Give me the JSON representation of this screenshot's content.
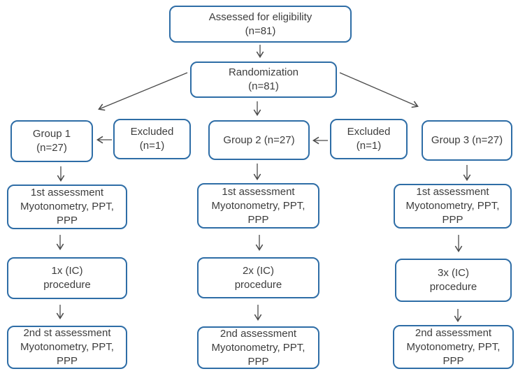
{
  "diagram": {
    "type": "flowchart",
    "description": "Participant randomization flow diagram",
    "colors": {
      "box_border": "#2e6da6",
      "box_background": "#ffffff",
      "text": "#3d3d3d",
      "arrow": "#4a4a4a",
      "page_background": "#ffffff"
    },
    "nodes": {
      "eligibility": {
        "lines": [
          "Assessed for eligibility",
          "(n=81)"
        ]
      },
      "randomization": {
        "lines": [
          "Randomization",
          "(n=81)"
        ]
      },
      "group1": {
        "lines": [
          "Group 1",
          "(n=27)"
        ]
      },
      "excluded1": {
        "lines": [
          "Excluded",
          "(n=1)"
        ]
      },
      "group2": {
        "lines": [
          "Group 2 (n=27)"
        ]
      },
      "excluded2": {
        "lines": [
          "Excluded",
          "(n=1)"
        ]
      },
      "group3": {
        "lines": [
          "Group 3 (n=27)"
        ]
      },
      "assessment1_group1": {
        "lines": [
          "1st assessment",
          "Myotonometry, PPT,",
          "PPP"
        ]
      },
      "assessment1_group2": {
        "lines": [
          "1st assessment",
          "Myotonometry, PPT,",
          "PPP"
        ]
      },
      "assessment1_group3": {
        "lines": [
          "1st assessment",
          "Myotonometry, PPT,",
          "PPP"
        ]
      },
      "procedure_group1": {
        "lines": [
          "1x (IC)",
          "procedure"
        ]
      },
      "procedure_group2": {
        "lines": [
          "2x (IC)",
          "procedure"
        ]
      },
      "procedure_group3": {
        "lines": [
          "3x (IC)",
          "procedure"
        ]
      },
      "assessment2_group1": {
        "lines": [
          "2nd st assessment",
          "Myotonometry, PPT,",
          "PPP"
        ]
      },
      "assessment2_group2": {
        "lines": [
          "2nd assessment",
          "Myotonometry, PPT,",
          "PPP"
        ]
      },
      "assessment2_group3": {
        "lines": [
          "2nd assessment",
          "Myotonometry, PPT,",
          "PPP"
        ]
      }
    }
  }
}
